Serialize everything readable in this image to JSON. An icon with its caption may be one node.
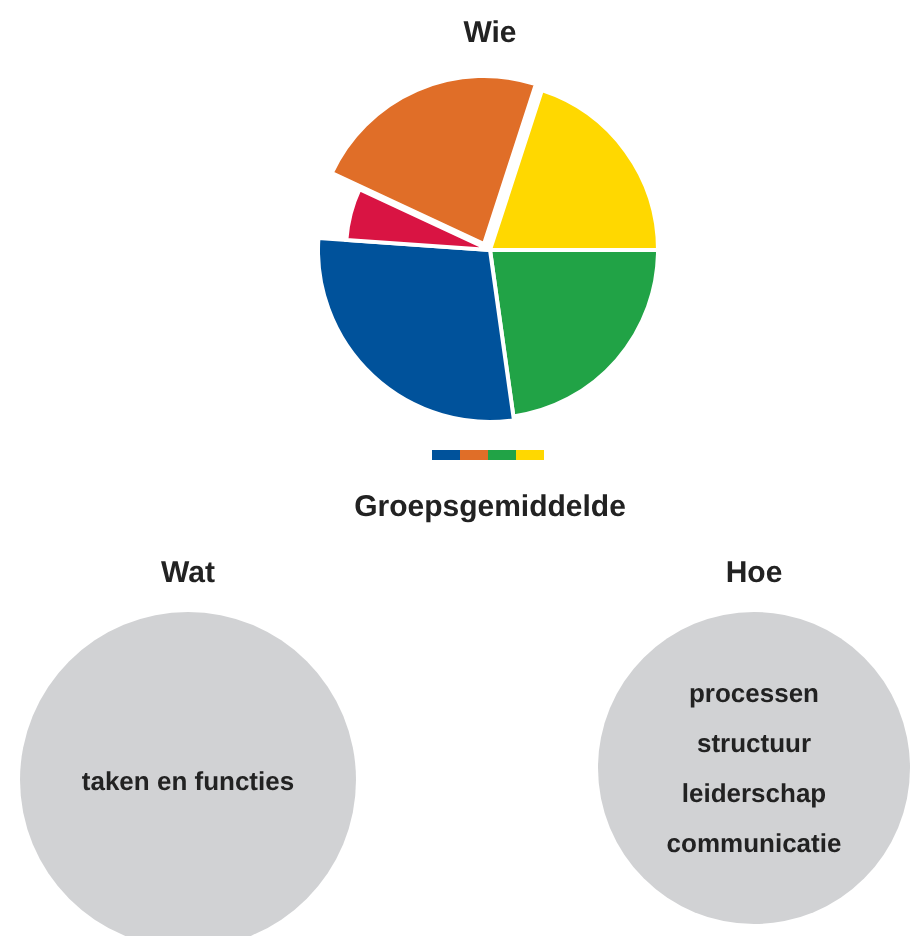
{
  "diagram": {
    "nodes": [
      {
        "text": [
          "Wat",
          "taken en functies"
        ]
      },
      {
        "text": [
          "Hoe",
          "processen",
          "structuur",
          "leiderschap",
          "communicatie"
        ]
      }
    ],
    "edges": [],
    "labels": [
      "Wie",
      "Groepsgemiddelde"
    ]
  }
}
